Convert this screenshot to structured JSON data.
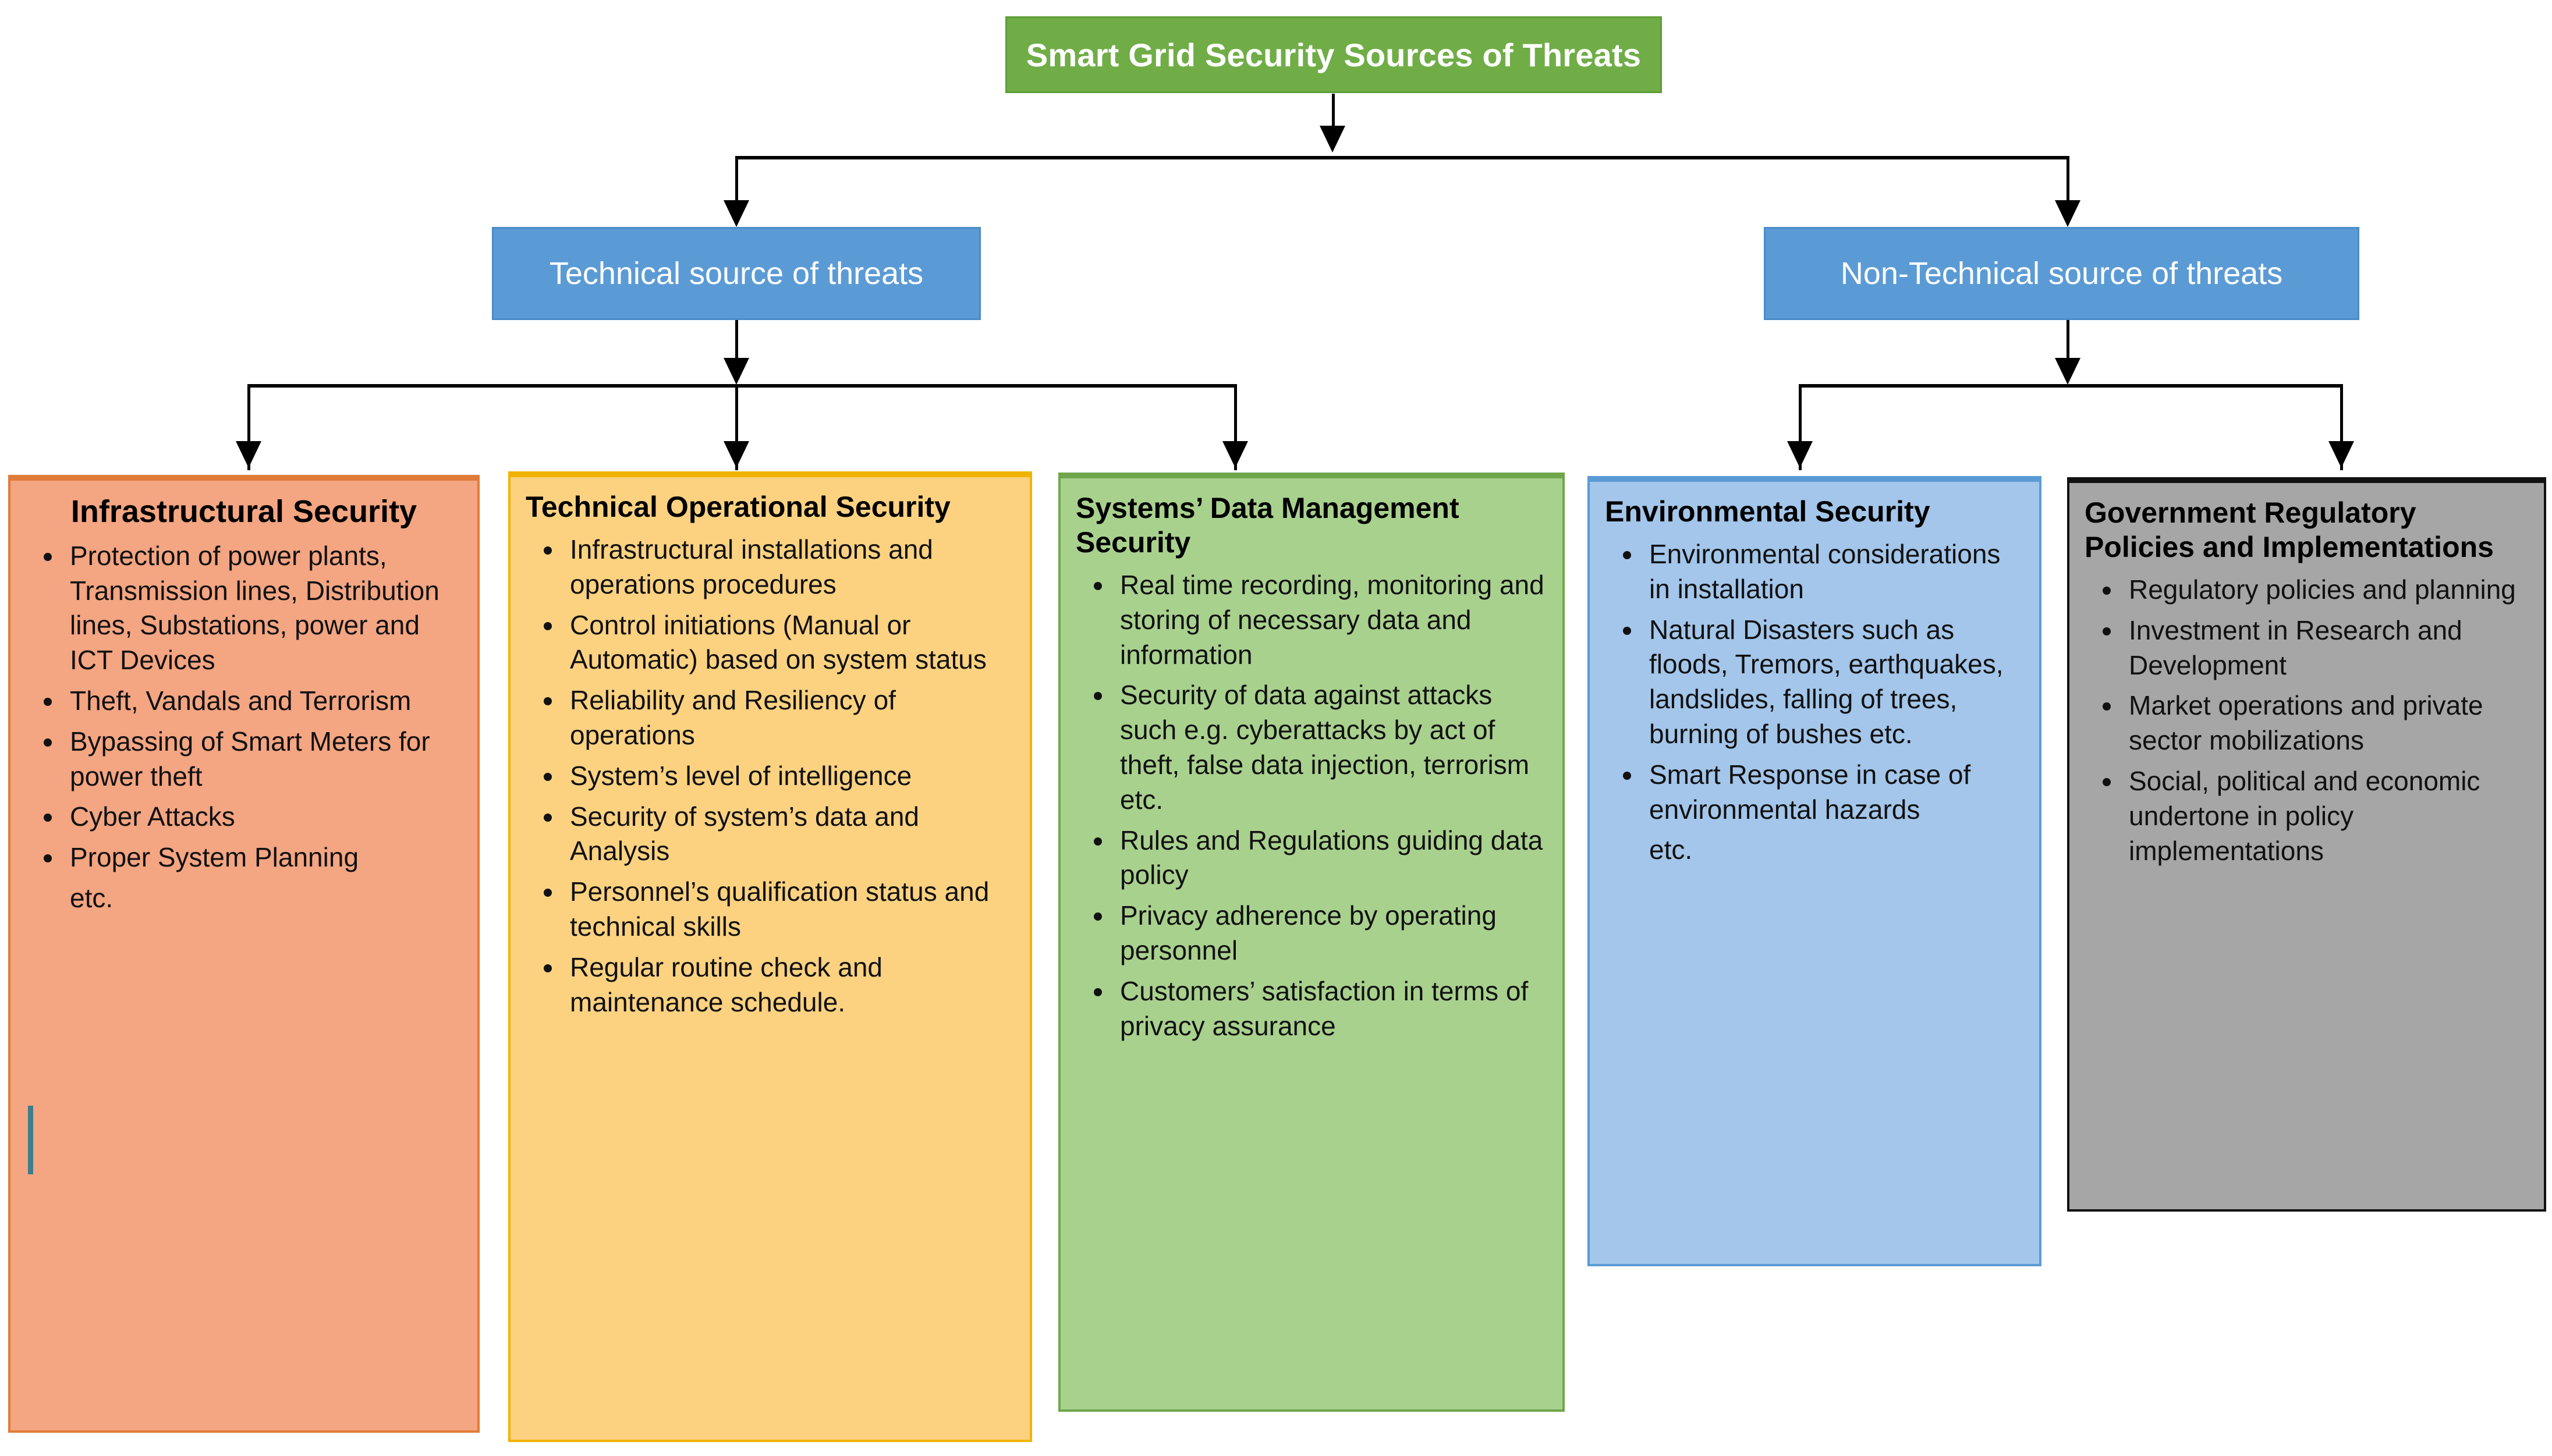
{
  "diagram": {
    "title": "Smart Grid Security Sources of Threats",
    "level2": {
      "technical": "Technical source of threats",
      "non_technical": "Non-Technical source of threats"
    },
    "cards": [
      {
        "id": "infrastructural-security",
        "heading": "Infrastructural Security",
        "color": "#F4A582",
        "border": "#E07B39",
        "bullets": [
          "Protection of power plants, Transmission lines, Distribution lines, Substations, power and ICT Devices",
          "Theft, Vandals and Terrorism",
          "Bypassing of Smart Meters for power theft",
          "Cyber Attacks",
          "Proper System Planning"
        ],
        "tail": "etc."
      },
      {
        "id": "technical-operational-security",
        "heading": "Technical Operational Security",
        "color": "#FCD281",
        "border": "#F0B400",
        "bullets": [
          "Infrastructural installations and operations procedures",
          "Control initiations (Manual or Automatic) based on system status",
          "Reliability and Resiliency of operations",
          "System’s level of intelligence",
          "Security of system’s data and Analysis",
          "Personnel’s qualification status and technical skills",
          "Regular routine check and maintenance schedule."
        ],
        "tail": ""
      },
      {
        "id": "systems-data-management-security",
        "heading": "Systems’ Data Management Security",
        "color": "#A9D18E",
        "border": "#6FA64B",
        "bullets": [
          "Real time recording, monitoring and storing of necessary data and information",
          "Security of data against attacks such e.g. cyberattacks by act of theft, false data injection, terrorism etc.",
          "Rules and Regulations guiding data policy",
          "Privacy adherence by operating personnel",
          "Customers’ satisfaction in terms of privacy assurance"
        ],
        "tail": ""
      },
      {
        "id": "environmental-security",
        "heading": "Environmental Security",
        "color": "#A3C6EA",
        "border": "#5B9BD5",
        "bullets": [
          "Environmental considerations in installation",
          "Natural Disasters such as floods, Tremors, earthquakes, landslides, falling of trees, burning of bushes etc.",
          "Smart Response in case of environmental hazards"
        ],
        "tail": "etc."
      },
      {
        "id": "government-regulatory-policies",
        "heading": "Government Regulatory Policies and Implementations",
        "color": "#A6A6A6",
        "border": "#111111",
        "bullets": [
          "Regulatory policies and planning",
          "Investment in Research and Development",
          "Market operations and private sector mobilizations",
          "Social, political and economic undertone in policy implementations"
        ],
        "tail": ""
      }
    ],
    "colors": {
      "title_box": "#70AD47",
      "level2_box": "#5B9BD5",
      "connector": "#000000",
      "background": "#FFFFFF"
    }
  }
}
